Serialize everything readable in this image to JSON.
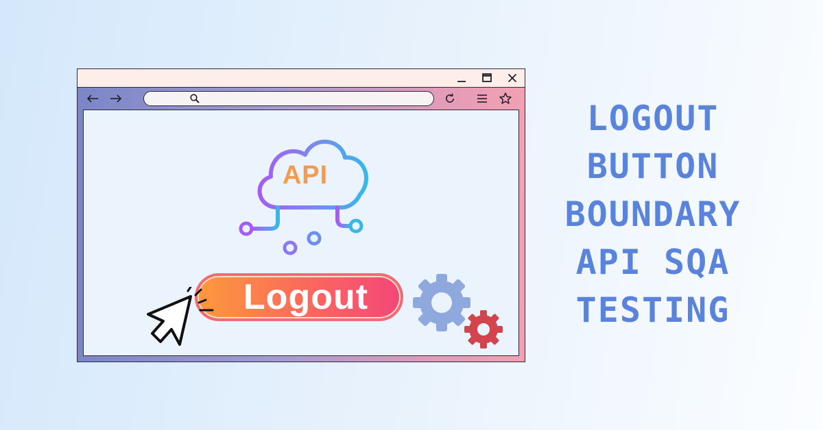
{
  "headline": {
    "lines": [
      "LOGOUT",
      "BUTTON",
      "BOUNDARY",
      "API SQA",
      "TESTING"
    ],
    "color": "#5a84dc"
  },
  "browser": {
    "window_controls": [
      "minimize-icon",
      "maximize-icon",
      "close-icon"
    ],
    "toolbar_icons": [
      "back-arrow-icon",
      "forward-arrow-icon",
      "search-icon",
      "reload-icon",
      "menu-icon",
      "star-icon"
    ],
    "address_value": ""
  },
  "illustration": {
    "cloud_label": "API",
    "button_label": "Logout",
    "icons": [
      "cloud-network-icon",
      "pointer-cursor-icon",
      "gear-icon"
    ]
  },
  "colors": {
    "titlebar": "#fdeee9",
    "chrome_start": "#7b86c7",
    "chrome_end": "#f2a1b3",
    "viewport": "#ebf3fc",
    "api_text": "#f59a4f",
    "button_start": "#fd9a3c",
    "button_end": "#f2477a",
    "gear_large": "#8fa9de",
    "gear_small": "#d2454f"
  }
}
